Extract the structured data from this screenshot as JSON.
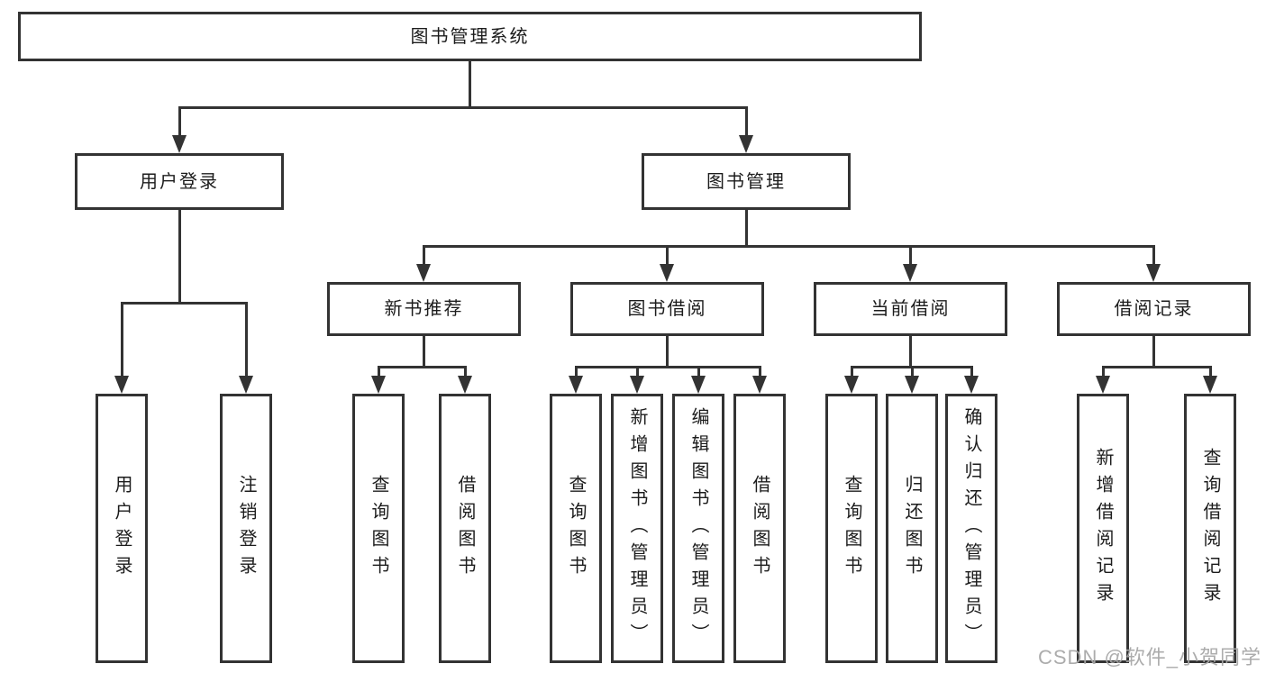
{
  "hierarchy": {
    "root": "图书管理系统",
    "children": [
      {
        "label": "用户登录",
        "children": [
          "用户登录",
          "注销登录"
        ]
      },
      {
        "label": "图书管理",
        "children": [
          {
            "label": "新书推荐",
            "children": [
              "查询图书",
              "借阅图书"
            ]
          },
          {
            "label": "图书借阅",
            "children": [
              "查询图书",
              "新增图书（管理员）",
              "编辑图书（管理员）",
              "借阅图书"
            ]
          },
          {
            "label": "当前借阅",
            "children": [
              "查询图书",
              "归还图书",
              "确认归还（管理员）"
            ]
          },
          {
            "label": "借阅记录",
            "children": [
              "新增借阅记录",
              "查询借阅记录"
            ]
          }
        ]
      }
    ]
  },
  "watermark": {
    "text": "CSDN @软件_小贺同学"
  },
  "colors": {
    "line": "#333333",
    "box_border": "#333333",
    "box_fill": "#ffffff",
    "text": "#1c1c1c",
    "watermark": "#a8a8a8"
  }
}
